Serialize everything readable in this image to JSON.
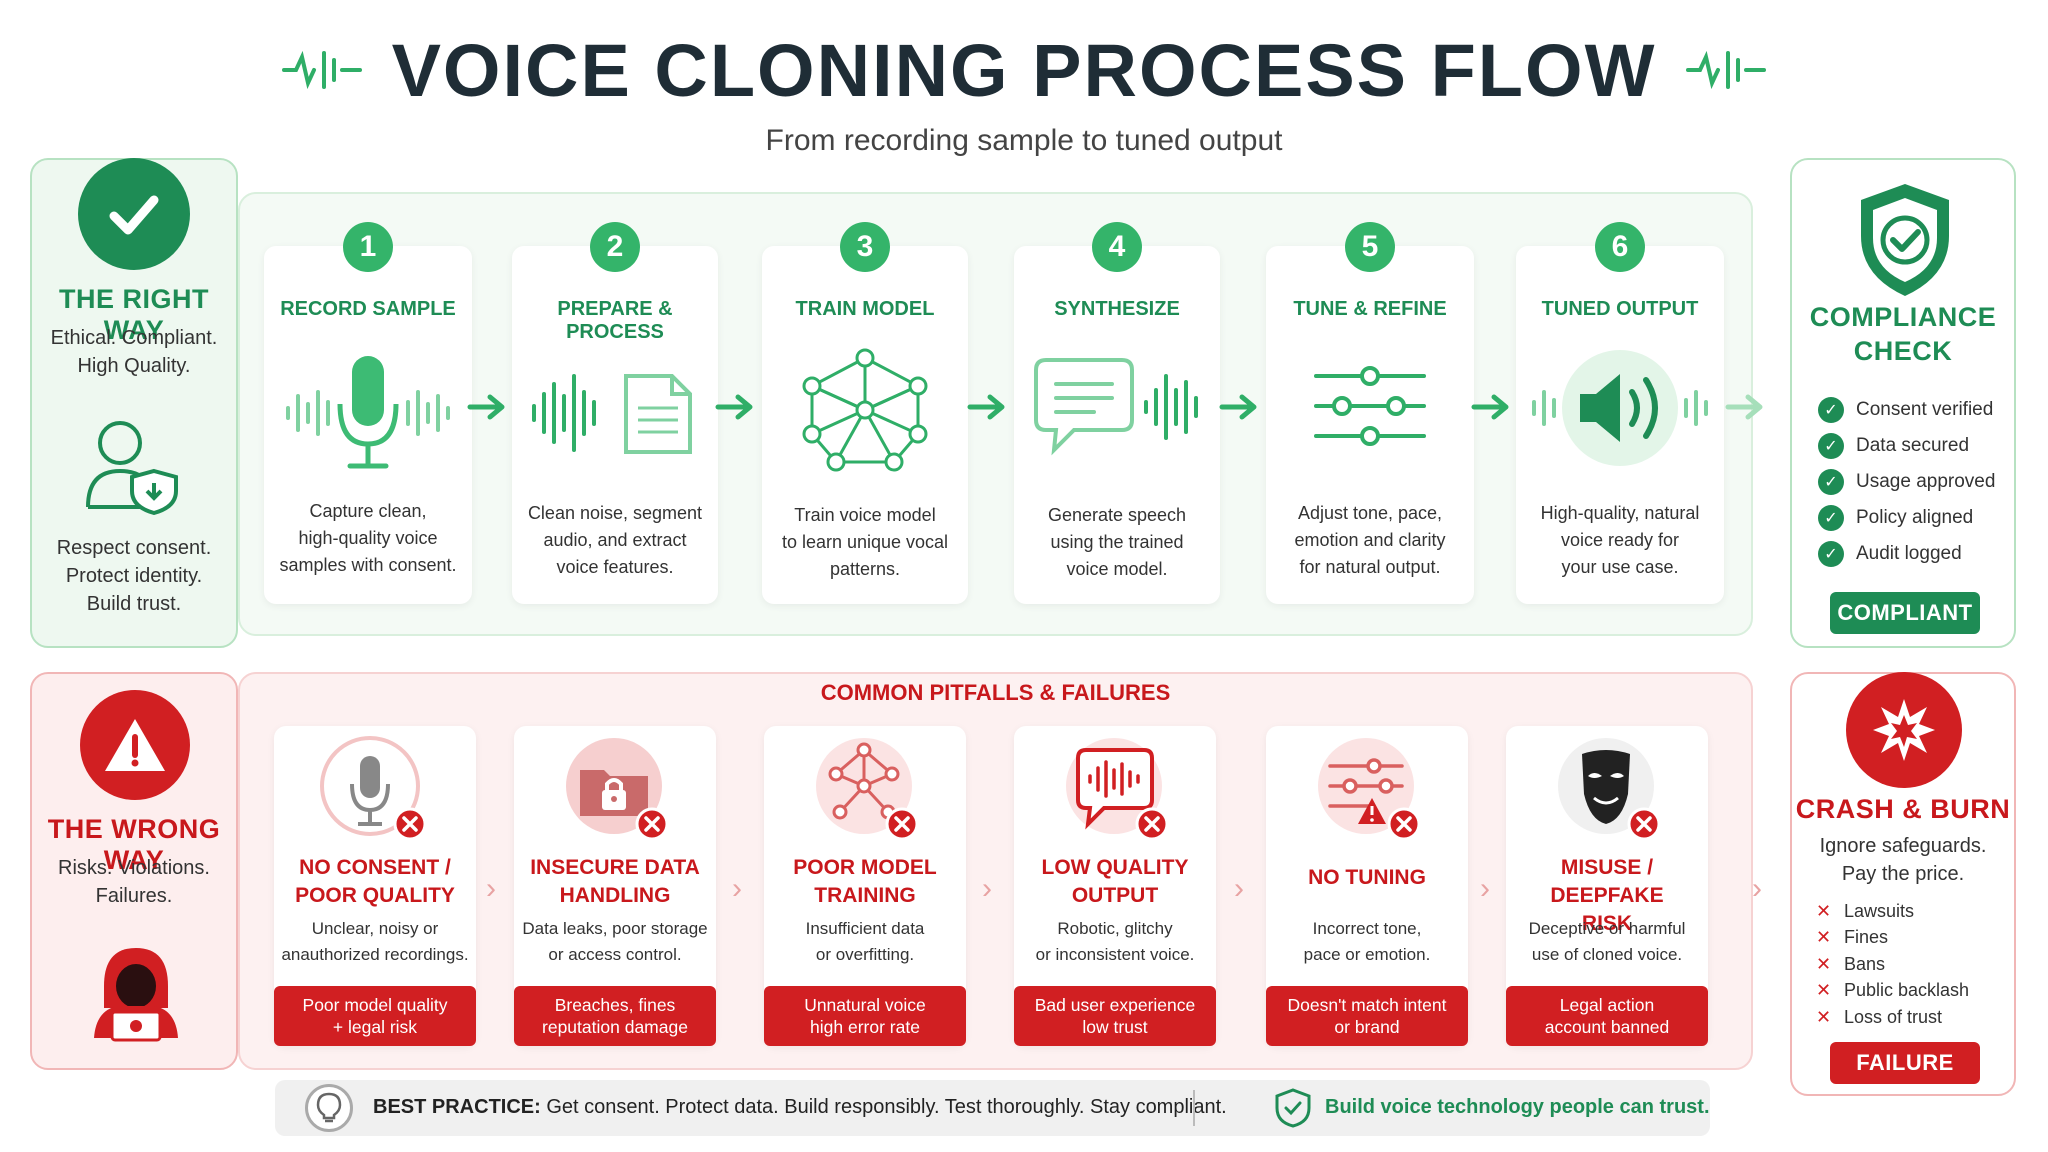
{
  "header": {
    "title": "VOICE CLONING PROCESS FLOW",
    "subtitle": "From recording sample to tuned output"
  },
  "right_way": {
    "title": "THE RIGHT WAY",
    "line1": "Ethical. Compliant.",
    "line2": "High Quality.",
    "tag1": "Respect consent.",
    "tag2": "Protect identity.",
    "tag3": "Build trust."
  },
  "steps": [
    {
      "num": "1",
      "title": "RECORD SAMPLE",
      "desc": [
        "Capture clean,",
        "high-quality voice",
        "samples with consent."
      ]
    },
    {
      "num": "2",
      "title": "PREPARE & PROCESS",
      "desc": [
        "Clean noise, segment",
        "audio, and extract",
        "voice features."
      ]
    },
    {
      "num": "3",
      "title": "TRAIN MODEL",
      "desc": [
        "Train voice model",
        "to learn unique vocal",
        "patterns."
      ]
    },
    {
      "num": "4",
      "title": "SYNTHESIZE",
      "desc": [
        "Generate speech",
        "using the trained",
        "voice model."
      ]
    },
    {
      "num": "5",
      "title": "TUNE & REFINE",
      "desc": [
        "Adjust tone, pace,",
        "emotion and clarity",
        "for natural output."
      ]
    },
    {
      "num": "6",
      "title": "TUNED OUTPUT",
      "desc": [
        "High-quality, natural",
        "voice ready for",
        "your use case."
      ]
    }
  ],
  "compliance": {
    "title1": "COMPLIANCE",
    "title2": "CHECK",
    "checks": [
      "Consent verified",
      "Data secured",
      "Usage approved",
      "Policy aligned",
      "Audit logged"
    ],
    "badge": "COMPLIANT",
    "color": "#1e8c55"
  },
  "wrong_way": {
    "title": "THE WRONG WAY",
    "line1": "Risks. Violations.",
    "line2": "Failures."
  },
  "pitfalls": {
    "heading": "COMMON PITFALLS & FAILURES",
    "items": [
      {
        "title": [
          "NO CONSENT /",
          "POOR QUALITY"
        ],
        "desc": [
          "Unclear, noisy or",
          "anauthorized recordings."
        ],
        "result": [
          "Poor model quality",
          "+ legal risk"
        ]
      },
      {
        "title": [
          "INSECURE DATA",
          "HANDLING"
        ],
        "desc": [
          "Data leaks, poor storage",
          "or access control."
        ],
        "result": [
          "Breaches, fines",
          "reputation damage"
        ]
      },
      {
        "title": [
          "POOR MODEL",
          "TRAINING"
        ],
        "desc": [
          "Insufficient data",
          "or overfitting."
        ],
        "result": [
          "Unnatural voice",
          "high error rate"
        ]
      },
      {
        "title": [
          "LOW QUALITY",
          "OUTPUT"
        ],
        "desc": [
          "Robotic, glitchy",
          "or inconsistent voice."
        ],
        "result": [
          "Bad user experience",
          "low trust"
        ]
      },
      {
        "title": [
          "NO TUNING",
          ""
        ],
        "desc": [
          "Incorrect tone,",
          "pace or emotion."
        ],
        "result": [
          "Doesn't match intent",
          "or brand"
        ]
      },
      {
        "title": [
          "MISUSE / DEEPFAKE",
          "RISK"
        ],
        "desc": [
          "Deceptive or harmful",
          "use of cloned voice."
        ],
        "result": [
          "Legal action",
          "account banned"
        ]
      }
    ]
  },
  "crash": {
    "title": "CRASH & BURN",
    "line1": "Ignore safeguards.",
    "line2": "Pay the price.",
    "items": [
      "Lawsuits",
      "Fines",
      "Bans",
      "Public backlash",
      "Loss of trust"
    ],
    "badge": "FAILURE",
    "color": "#d11f22"
  },
  "best_practice": {
    "label": "BEST PRACTICE:",
    "text": " Get consent. Protect data. Build responsibly. Test thoroughly. Stay compliant.",
    "trust": "Build voice technology people can trust."
  }
}
